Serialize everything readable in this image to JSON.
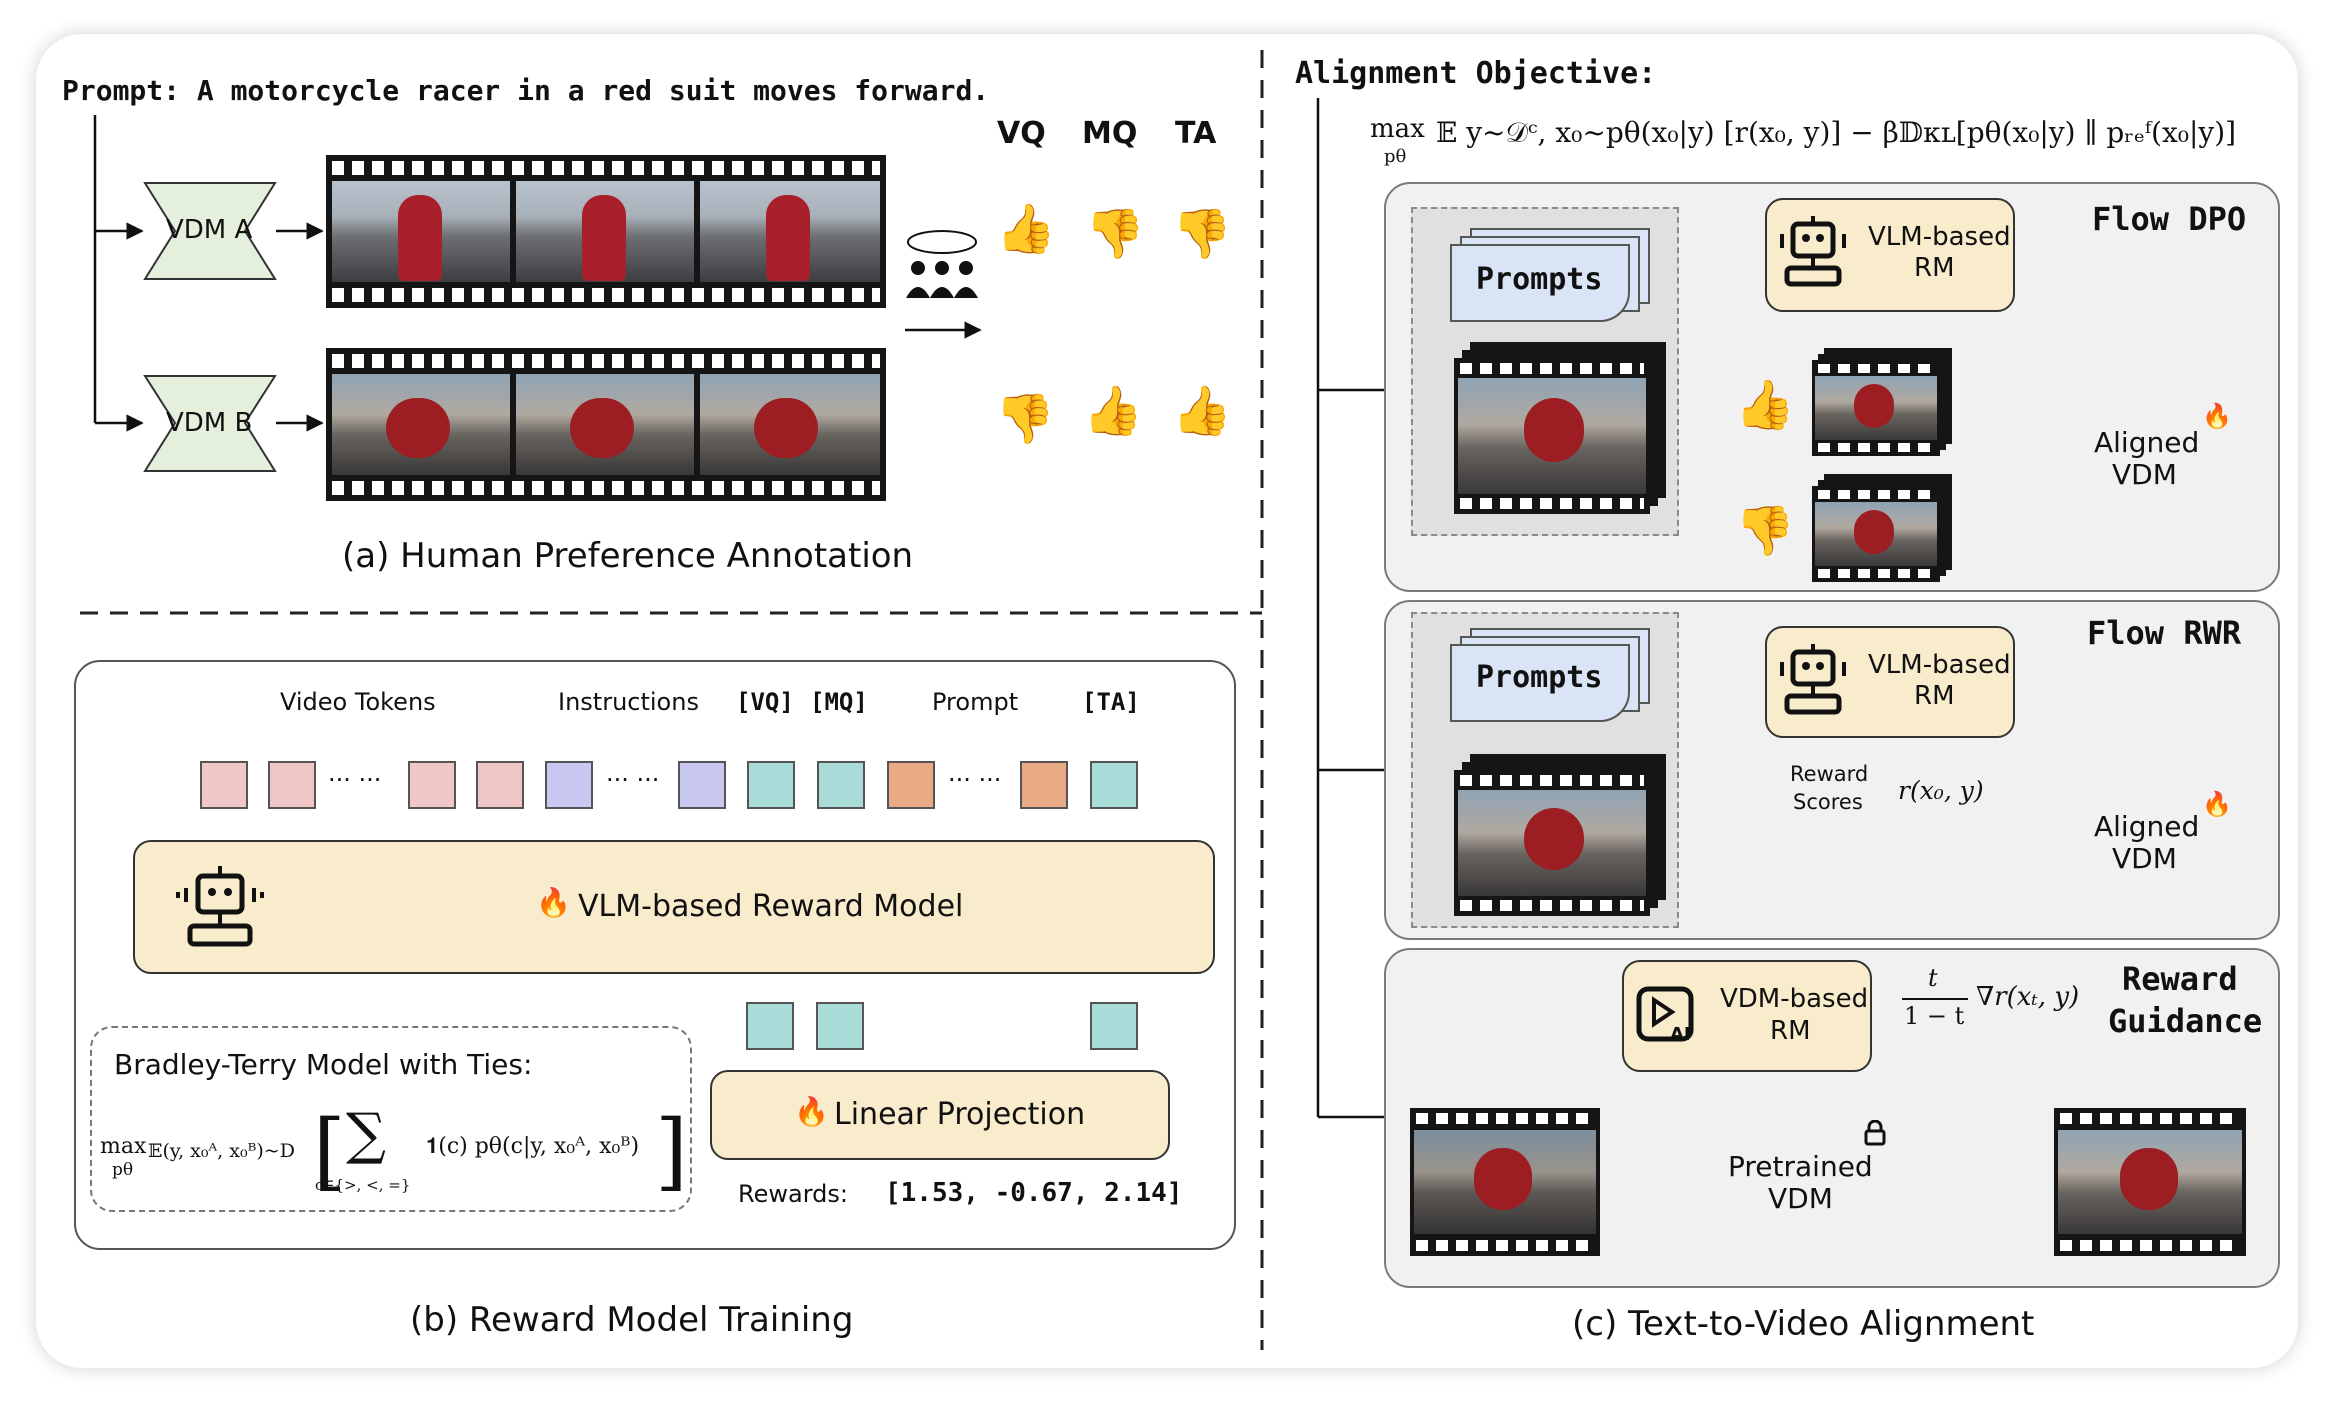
{
  "panel_a": {
    "prompt": "Prompt: A motorcycle racer in a red suit moves forward.",
    "vdm_a": "VDM A",
    "vdm_b": "VDM B",
    "criteria": [
      "VQ",
      "MQ",
      "TA"
    ],
    "caption": "(a) Human Preference Annotation",
    "row_a_votes": [
      "up",
      "down",
      "down"
    ],
    "row_b_votes": [
      "down",
      "up",
      "up"
    ]
  },
  "panel_b": {
    "video_tokens": "Video Tokens",
    "instructions": "Instructions",
    "vq": "[VQ]",
    "mq": "[MQ]",
    "prompt": "Prompt",
    "ta": "[TA]",
    "dots": "··· ···",
    "reward_model": "VLM-based Reward Model",
    "bt_title": "Bradley-Terry Model with Ties:",
    "bt_formula_lhs": "max",
    "bt_formula_sub": "pθ",
    "bt_formula_exp": "𝔼(y, x₀ᴬ, x₀ᴮ)~D",
    "bt_formula_sum": "∑",
    "bt_formula_sumsub": "c∈{>, <, =}",
    "bt_formula_body": "𝟏(c) pθ(c|y, x₀ᴬ, x₀ᴮ)",
    "linear_projection": "Linear Projection",
    "rewards_label": "Rewards:",
    "rewards_values": "[1.53, -0.67, 2.14]",
    "caption": "(b) Reward Model Training"
  },
  "panel_c": {
    "title": "Alignment Objective:",
    "objective_max": "max",
    "objective_sub": "pθ",
    "objective_body": "𝔼 y~𝒟ᶜ, x₀~pθ(x₀|y) [r(x₀, y)] − β𝔻ᴋʟ[pθ(x₀|y) ∥ pᵣₑᶠ(x₀|y)]",
    "flow_dpo": "Flow DPO",
    "flow_rwr": "Flow RWR",
    "reward_guidance_1": "Reward",
    "reward_guidance_2": "Guidance",
    "prompts": "Prompts",
    "vlm_rm_1": "VLM-based",
    "vlm_rm_2": "RM",
    "aligned_1": "Aligned",
    "aligned_2": "VDM",
    "reward_scores_1": "Reward",
    "reward_scores_2": "Scores",
    "r_func": "r(x₀, y)",
    "vdm_rm_1": "VDM-based",
    "vdm_rm_2": "RM",
    "ai_label": "AI",
    "grad_num": "t",
    "grad_den": "1 − t",
    "grad_term": "∇r(xₜ, y)",
    "pretrained_1": "Pretrained",
    "pretrained_2": "VDM",
    "caption": "(c) Text-to-Video Alignment"
  },
  "colors": {
    "green_fill": "#e4f0dc",
    "yellow_fill": "#f8eccc",
    "blue_fill": "#d9e5f6",
    "thumb_up": "#6aa84f",
    "thumb_down": "#d9834f"
  }
}
